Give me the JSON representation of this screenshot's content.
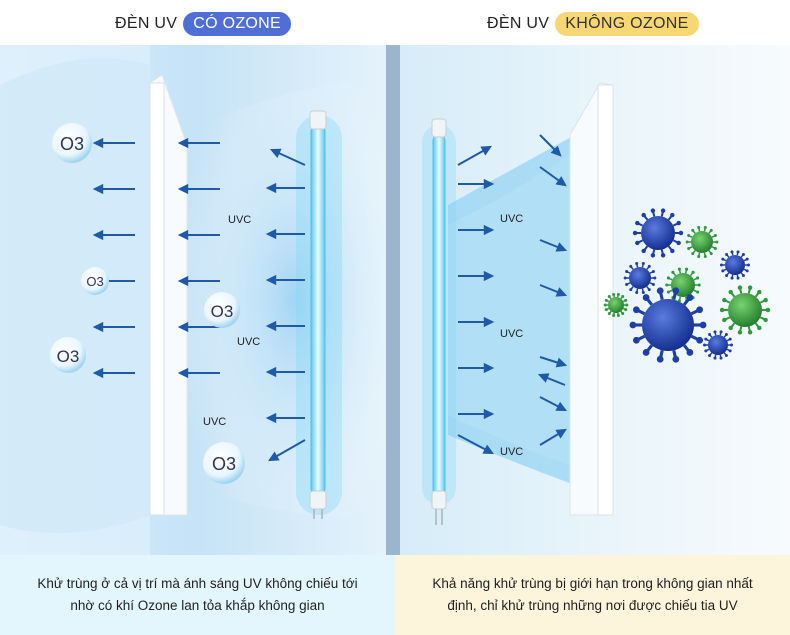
{
  "left": {
    "title_prefix": "ĐÈN UV",
    "badge": "CÓ OZONE",
    "labels": [
      "UVC",
      "UVC",
      "UVC"
    ],
    "ozone": [
      "O3",
      "O3",
      "O3",
      "O3",
      "O3"
    ],
    "caption": "Khử trùng ở cả vị trí mà ánh sáng UV không chiếu tới nhờ có khí Ozone lan tỏa khắp không gian"
  },
  "right": {
    "title_prefix": "ĐÈN UV",
    "badge": "KHÔNG OZONE",
    "labels": [
      "UVC",
      "UVC",
      "UVC"
    ],
    "caption": "Khả năng khử trùng bị giới hạn trong không gian nhất định, chỉ khử trùng những nơi được chiếu tia UV"
  },
  "colors": {
    "arrow": "#1e5aa8",
    "badge_blue": "#4f6fd6",
    "badge_yellow": "#f7d774",
    "virus_blue": "#1f3fa8",
    "virus_green": "#2f9a3c"
  }
}
